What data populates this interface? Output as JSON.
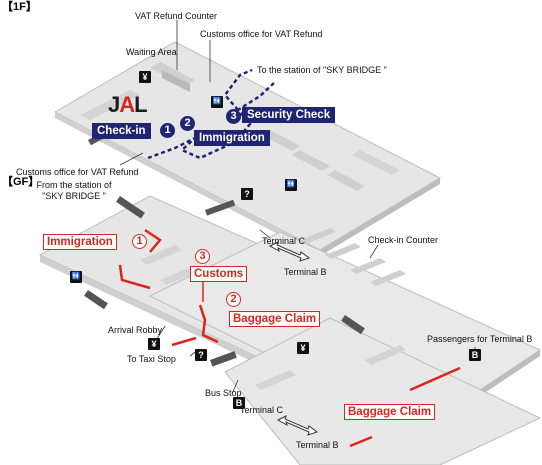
{
  "floors": {
    "first": "【1F】",
    "ground": "【GF】"
  },
  "labels_1f": {
    "vat_refund_counter": "VAT Refund Counter",
    "customs_vat_top": "Customs office for VAT Refund",
    "waiting_area": "Waiting Area",
    "to_sky_bridge": "To the station of \"SKY BRIDGE \"",
    "customs_vat_left": "Customs office for VAT Refund",
    "from_sky_bridge_1": "From the station of",
    "from_sky_bridge_2": "\"SKY BRIDGE \""
  },
  "steps_1f": [
    {
      "num": "1",
      "label": "Check-in"
    },
    {
      "num": "2",
      "label": "Immigration"
    },
    {
      "num": "3",
      "label": "Security Check"
    }
  ],
  "logo": {
    "part1": "J",
    "part2": "A",
    "part3": "L"
  },
  "labels_gf": {
    "terminal_c_top": "Terminal C",
    "terminal_b_top": "Terminal B",
    "checkin_counter": "Check-in Counter",
    "arrival_robby": "Arrival Robby",
    "to_taxi_stop": "To Taxi Stop",
    "bus_stop": "Bus Stop",
    "terminal_c_bottom": "Terminal C",
    "terminal_b_bottom": "Terminal B",
    "passengers_terminal_b": "Passengers for Terminal B"
  },
  "steps_gf": [
    {
      "num": "1",
      "label": "Immigration"
    },
    {
      "num": "3",
      "label": "Customs"
    },
    {
      "num": "2",
      "label": "Baggage Claim"
    }
  ],
  "baggage_claim_bottom": "Baggage Claim",
  "icons": {
    "yen": "¥",
    "info": "?",
    "toilet": "🚻",
    "bus": "B"
  },
  "colors": {
    "jal_navy": "#1f2573",
    "route_red": "#d9261c",
    "floor_gray": "#e4e4e4",
    "wall_gray": "#c9c9c9"
  }
}
